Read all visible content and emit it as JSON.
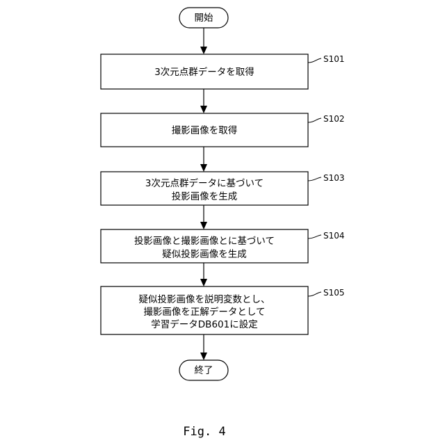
{
  "start": {
    "label": "開始"
  },
  "end": {
    "label": "終了"
  },
  "steps": [
    {
      "id": "S101",
      "lines": [
        "3次元点群データを取得"
      ]
    },
    {
      "id": "S102",
      "lines": [
        "撮影画像を取得"
      ]
    },
    {
      "id": "S103",
      "lines": [
        "3次元点群データに基づいて",
        "投影画像を生成"
      ]
    },
    {
      "id": "S104",
      "lines": [
        "投影画像と撮影画像とに基づいて",
        "疑似投影画像を生成"
      ]
    },
    {
      "id": "S105",
      "lines": [
        "疑似投影画像を説明変数とし、",
        "撮影画像を正解データとして",
        "学習データDB601に設定"
      ]
    }
  ],
  "caption": "Fig. 4"
}
